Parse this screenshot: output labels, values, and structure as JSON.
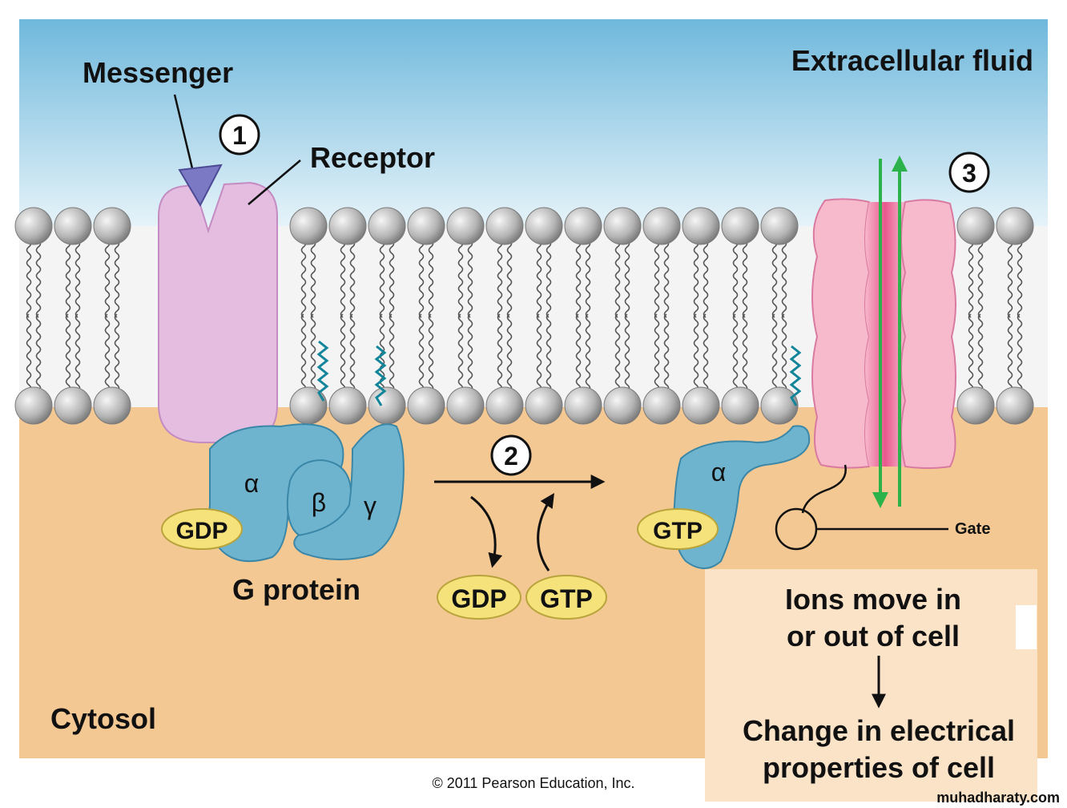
{
  "labels": {
    "messenger": "Messenger",
    "receptor": "Receptor",
    "extracellular": "Extracellular fluid",
    "cytosol": "Cytosol",
    "g_protein": "G protein",
    "gate": "Gate",
    "ions_line1": "Ions move in",
    "ions_line2": "or out of cell",
    "change_line1": "Change in electrical",
    "change_line2": "properties of cell",
    "copyright": "© 2011 Pearson Education, Inc.",
    "watermark": "muhadharaty.com"
  },
  "steps": [
    "1",
    "2",
    "3"
  ],
  "subunits": {
    "alpha": "α",
    "beta": "β",
    "gamma": "γ"
  },
  "nucleotides": {
    "gdp": "GDP",
    "gtp": "GTP"
  },
  "colors": {
    "extracellular_top": "#6fb8dc",
    "extracellular_bottom": "#e6f3f9",
    "cytosol": "#f3c893",
    "receptor": "#e4bde0",
    "g_protein": "#6fb4cf",
    "channel": "#f7b9cc",
    "channel_core": "#ec6f9e",
    "nucleotide": "#f5e27a",
    "arrow_green": "#2bb24a",
    "messenger": "#7b78c4",
    "lipid_chain": "#12859a"
  }
}
